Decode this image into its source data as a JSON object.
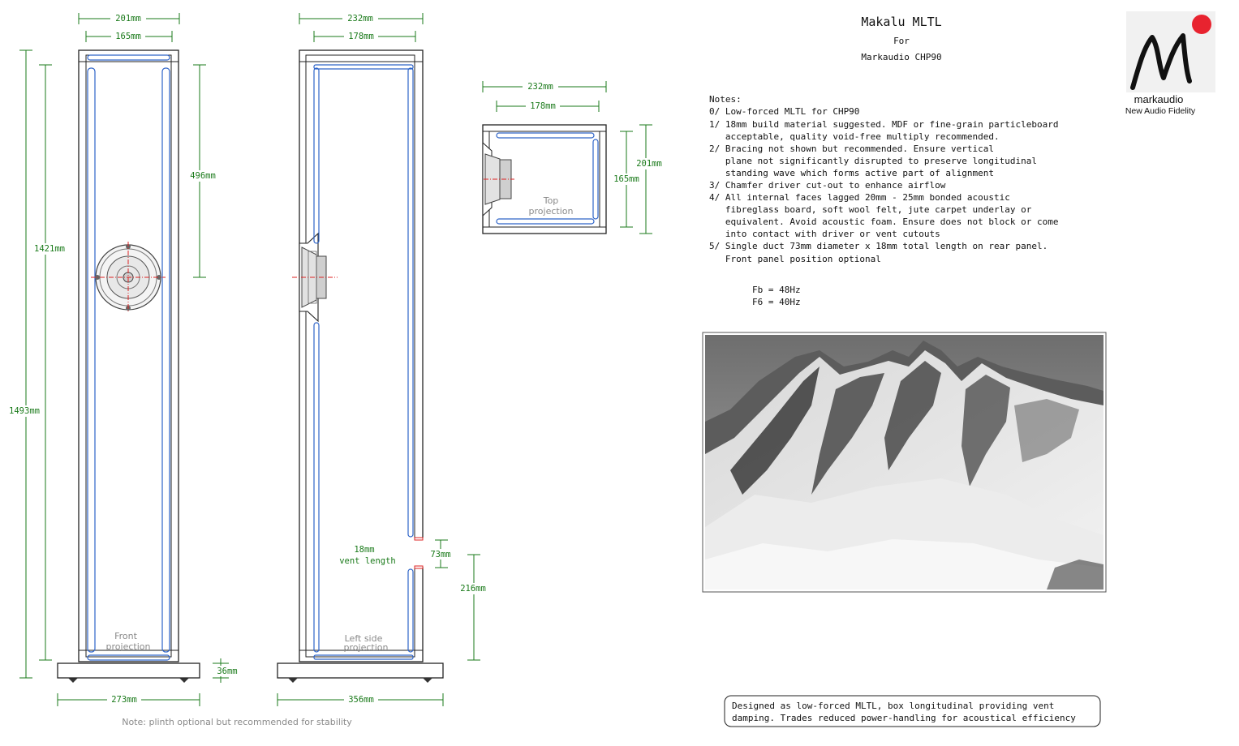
{
  "title": {
    "line1": "Makalu MLTL",
    "line2": "For",
    "line3": "Markaudio CHP90"
  },
  "logo": {
    "glyph": "Mi",
    "brand": "markaudio",
    "tagline": "New Audio Fidelity",
    "dot_color": "#e8232f"
  },
  "notes": {
    "heading": "Notes:",
    "lines": [
      "0/ Low-forced MLTL for CHP90",
      "1/ 18mm build material suggested. MDF or fine-grain particleboard",
      "   acceptable, quality void-free multiply recommended.",
      "2/ Bracing not shown but recommended. Ensure vertical",
      "   plane not significantly disrupted to preserve longitudinal",
      "   standing wave which forms active part of alignment",
      "3/ Chamfer driver cut-out to enhance airflow",
      "4/ All internal faces lagged 20mm - 25mm bonded acoustic",
      "   fibreglass board, soft wool felt, jute carpet underlay or",
      "   equivalent. Avoid acoustic foam. Ensure does not block or come",
      "   into contact with driver or vent cutouts",
      "5/ Single duct 73mm diameter x 18mm total length on rear panel.",
      "   Front panel position optional"
    ]
  },
  "tuning": {
    "fb": "Fb = 48Hz",
    "f6": "F6 = 40Hz"
  },
  "front_view": {
    "label_1": "Front",
    "label_2": "projection",
    "dim_outer_width": "201mm",
    "dim_inner_width": "165mm",
    "dim_driver_height": "496mm",
    "dim_inner_height": "1421mm",
    "dim_total_height": "1493mm",
    "dim_plinth_height": "36mm",
    "dim_plinth_width": "273mm"
  },
  "side_view": {
    "label_1": "Left side",
    "label_2": "projection",
    "dim_outer_depth": "232mm",
    "dim_inner_depth": "178mm",
    "dim_vent_diameter": "73mm",
    "dim_vent_height": "216mm",
    "vent_label_1": "18mm",
    "vent_label_2": "vent length",
    "dim_plinth_depth": "356mm"
  },
  "top_view": {
    "label_1": "Top",
    "label_2": "projection",
    "dim_outer_depth": "232mm",
    "dim_inner_depth": "178mm",
    "dim_outer_width": "201mm",
    "dim_inner_width": "165mm"
  },
  "plinth_note": "Note: plinth optional but recommended for stability",
  "caption": {
    "line1": "Designed as low-forced MLTL, box longitudinal providing vent",
    "line2": "damping. Trades reduced power-handling for acoustical efficiency"
  },
  "colors": {
    "dimension": "#1a7a1a",
    "lagging": "#2d63c8",
    "centerline": "#d22222"
  }
}
